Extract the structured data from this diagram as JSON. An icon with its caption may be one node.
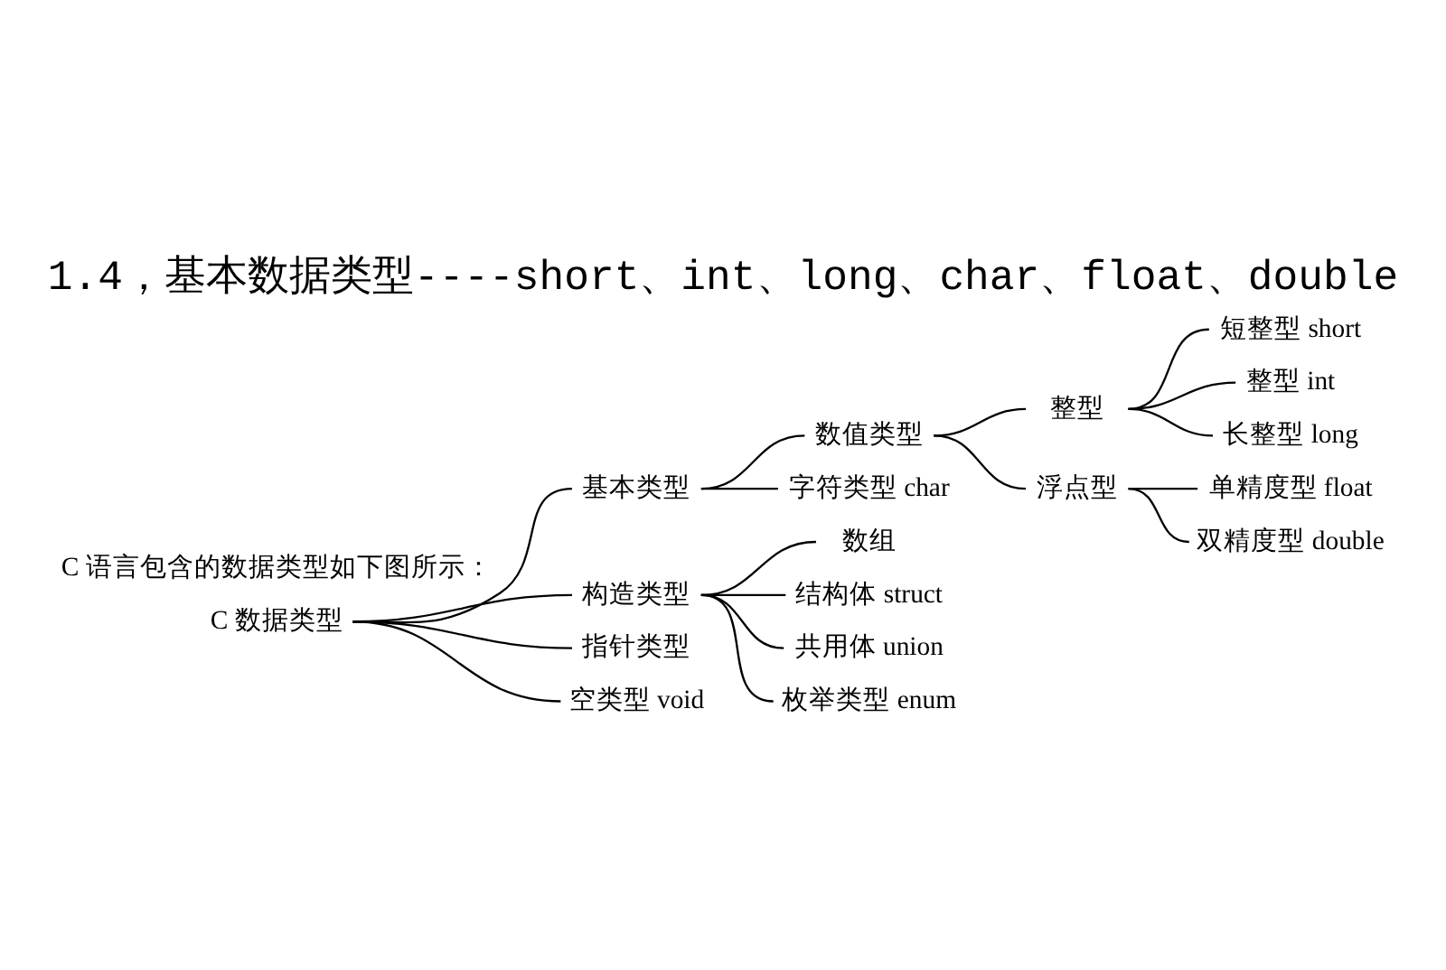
{
  "diagram": {
    "title": "1.4，基本数据类型----short、int、long、char、float、double",
    "nodes": [
      {
        "text": [
          "C 数据类型"
        ]
      },
      {
        "text": [
          "基本类型"
        ]
      },
      {
        "text": [
          "数值类型"
        ]
      },
      {
        "text": [
          "整型"
        ]
      },
      {
        "text": [
          "短整型 short"
        ]
      },
      {
        "text": [
          "整型 int"
        ]
      },
      {
        "text": [
          "长整型 long"
        ]
      },
      {
        "text": [
          "浮点型"
        ]
      },
      {
        "text": [
          "单精度型 float"
        ]
      },
      {
        "text": [
          "双精度型 double"
        ]
      },
      {
        "text": [
          "字符类型 char"
        ]
      },
      {
        "text": [
          "构造类型"
        ]
      },
      {
        "text": [
          "数组"
        ]
      },
      {
        "text": [
          "结构体 struct"
        ]
      },
      {
        "text": [
          "共用体 union"
        ]
      },
      {
        "text": [
          "枚举类型 enum"
        ]
      },
      {
        "text": [
          "指针类型"
        ]
      },
      {
        "text": [
          "空类型 void"
        ]
      }
    ],
    "edges": [
      {
        "from": 0,
        "to": 1,
        "arrow": "none"
      },
      {
        "from": 0,
        "to": 11,
        "arrow": "none"
      },
      {
        "from": 0,
        "to": 16,
        "arrow": "none"
      },
      {
        "from": 0,
        "to": 17,
        "arrow": "none"
      },
      {
        "from": 1,
        "to": 2,
        "arrow": "none"
      },
      {
        "from": 1,
        "to": 10,
        "arrow": "none"
      },
      {
        "from": 2,
        "to": 3,
        "arrow": "none"
      },
      {
        "from": 2,
        "to": 7,
        "arrow": "none"
      },
      {
        "from": 3,
        "to": 4,
        "arrow": "none"
      },
      {
        "from": 3,
        "to": 5,
        "arrow": "none"
      },
      {
        "from": 3,
        "to": 6,
        "arrow": "none"
      },
      {
        "from": 7,
        "to": 8,
        "arrow": "none"
      },
      {
        "from": 7,
        "to": 9,
        "arrow": "none"
      },
      {
        "from": 11,
        "to": 12,
        "arrow": "none"
      },
      {
        "from": 11,
        "to": 13,
        "arrow": "none"
      },
      {
        "from": 11,
        "to": 14,
        "arrow": "none"
      },
      {
        "from": 11,
        "to": 15,
        "arrow": "none"
      }
    ],
    "labels": [
      "C 语言包含的数据类型如下图所示："
    ]
  }
}
